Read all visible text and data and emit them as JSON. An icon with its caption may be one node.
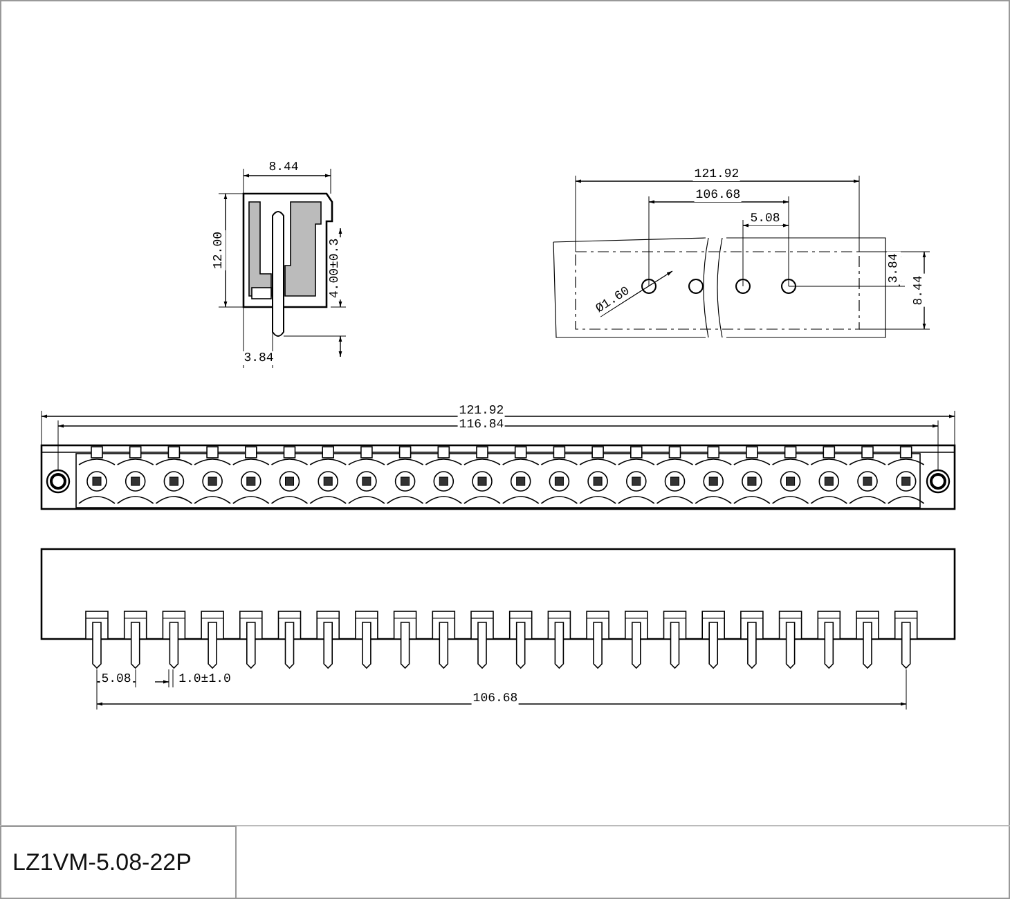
{
  "diagram": {
    "nodes": [
      {
        "text": [
          "LZ1VM-5.08-22P"
        ]
      }
    ],
    "labels": [
      "8.44",
      "12.00",
      "4.00±0.3",
      "3.84",
      "121.92",
      "106.68",
      "5.08",
      "Ø1.60",
      "3.84",
      "8.44",
      "121.92",
      "116.84",
      "5.08",
      "1.0±1.0",
      "106.68"
    ]
  }
}
